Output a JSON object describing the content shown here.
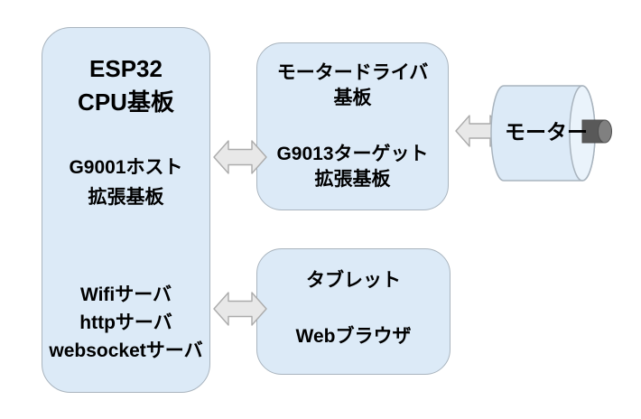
{
  "diagram": {
    "background": "#FFFFFF",
    "colors": {
      "box_fill": "#DCEAF7",
      "box_border": "#A9B4BE",
      "arrow_fill": "#E8E8E8",
      "arrow_border": "#ABABAB",
      "cylinder_fill": "#DCEAF7",
      "cylinder_face_fill": "#EAF3FB",
      "shaft_fill": "#595959",
      "shaft_face_fill": "#808080",
      "text_color": "#000000"
    },
    "cpu_board": {
      "title_line1": "ESP32",
      "title_line2": "CPU基板",
      "host_line1": "G9001ホスト",
      "host_line2": "拡張基板",
      "server_line1": "Wifiサーバ",
      "server_line2": "httpサーバ",
      "server_line3": "websocketサーバ"
    },
    "motor_driver_board": {
      "title_line1": "モータードライバ",
      "title_line2": "基板",
      "target_line1": "G9013ターゲット",
      "target_line2": "拡張基板"
    },
    "tablet": {
      "title": "タブレット",
      "browser": "Webブラウザ"
    },
    "motor": {
      "label": "モーター"
    },
    "icons": {
      "arrow_cpu_to_driver": "bidirectional-horizontal-arrow",
      "arrow_driver_to_motor": "bidirectional-horizontal-arrow",
      "arrow_cpu_to_tablet": "bidirectional-horizontal-arrow"
    }
  }
}
